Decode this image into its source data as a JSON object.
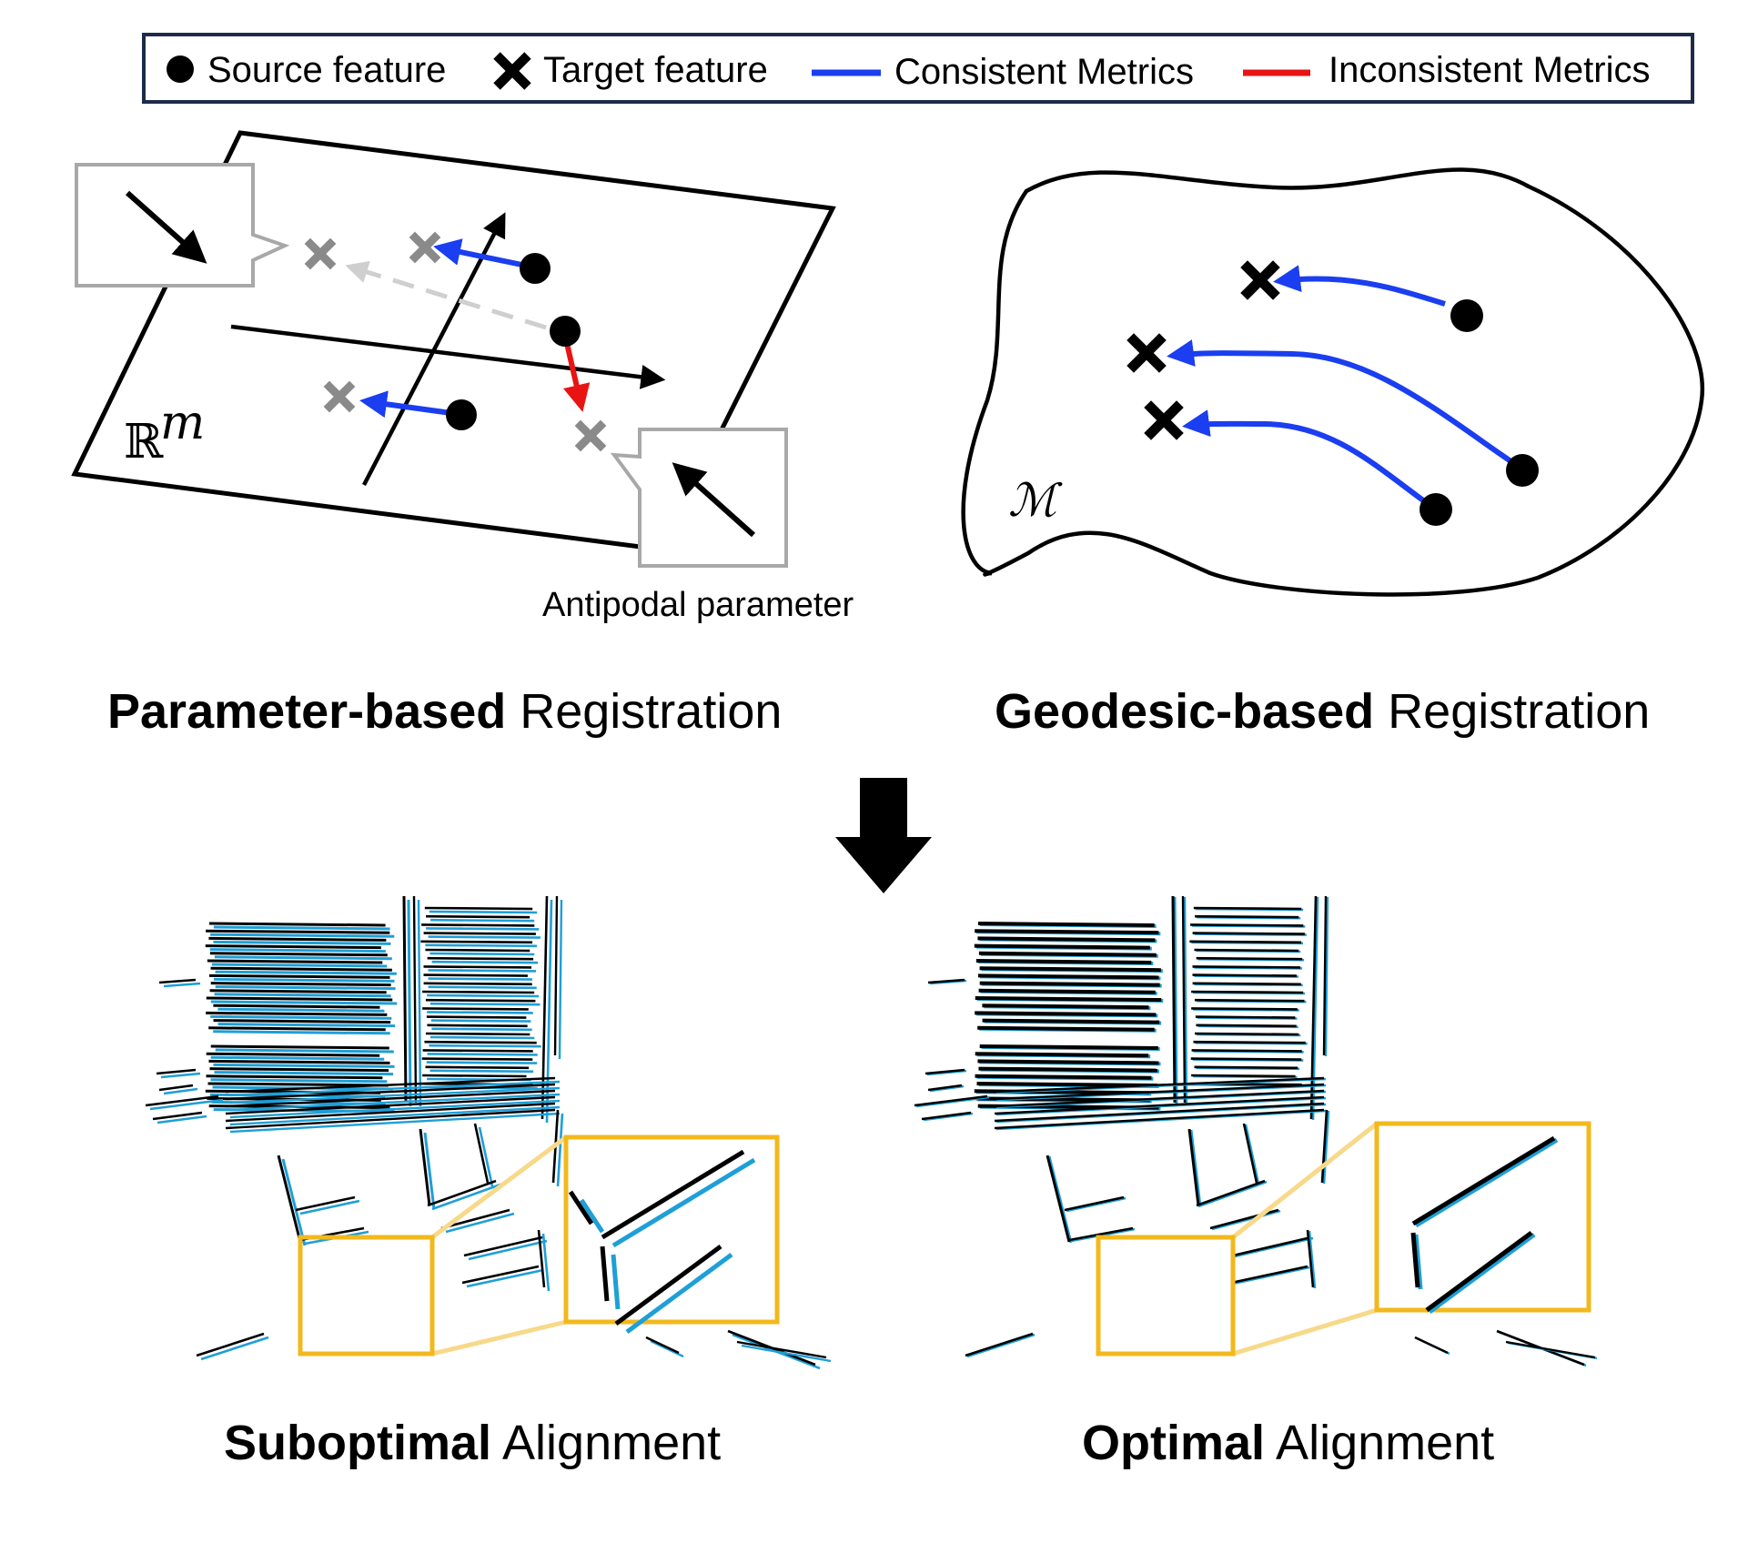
{
  "legend": {
    "source_feature": "Source feature",
    "target_feature": "Target feature",
    "consistent": "Consistent Metrics",
    "inconsistent": "Inconsistent Metrics"
  },
  "left_panel": {
    "space_symbol": "ℝ",
    "space_exponent": "m",
    "annotation": "Antipodal parameter",
    "caption_bold": "Parameter-based",
    "caption_rest": " Registration"
  },
  "right_panel": {
    "space_symbol": "ℳ",
    "caption_bold": "Geodesic-based",
    "caption_rest": " Registration"
  },
  "bottom_left": {
    "caption_bold": "Suboptimal",
    "caption_rest": " Alignment"
  },
  "bottom_right": {
    "caption_bold": "Optimal",
    "caption_rest": " Alignment"
  },
  "colors": {
    "consistent": "#1a3ef0",
    "inconsistent": "#e81414",
    "source_line": "#000000",
    "target_line": "#1e9fd8",
    "zoom_box": "#f2b81c",
    "zoom_link": "#f7d98a",
    "ghost_target": "#8a8a8a",
    "ghost_arrow": "#cfcfcf"
  },
  "icons": [
    "dot-icon",
    "cross-icon",
    "down-arrow-icon",
    "direction-arrow-icon"
  ]
}
